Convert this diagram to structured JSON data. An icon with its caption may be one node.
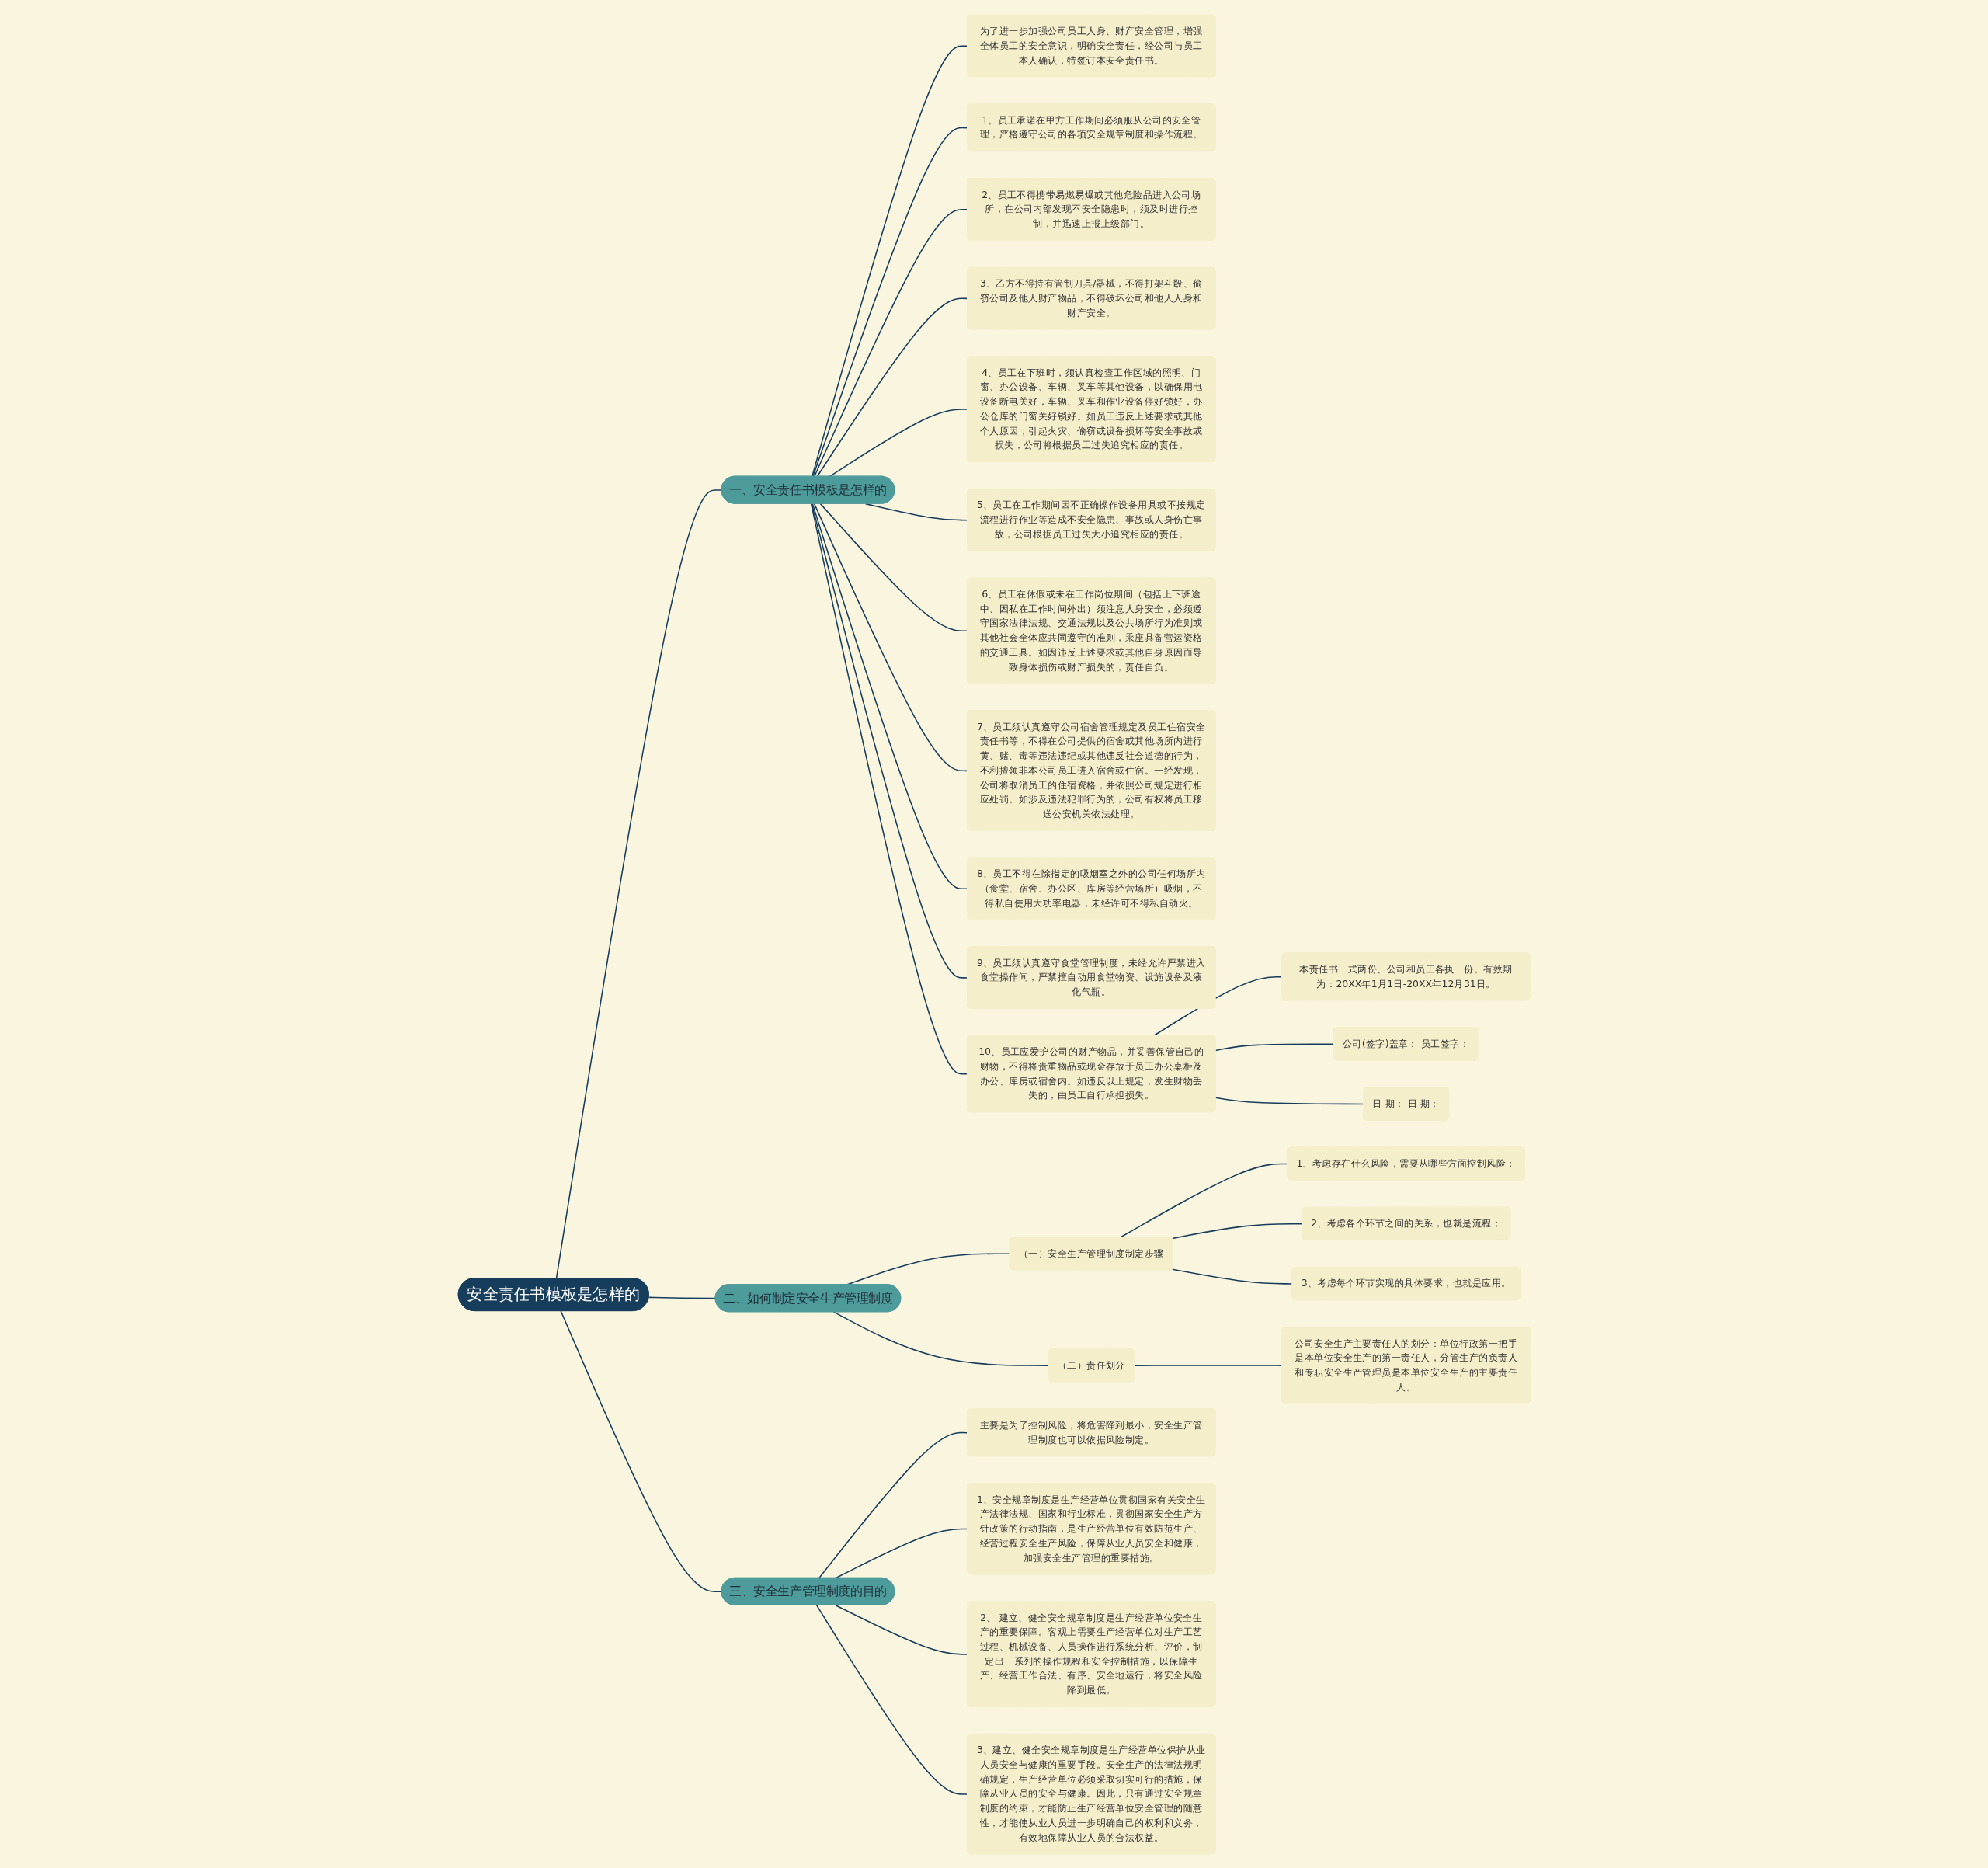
{
  "diagram": {
    "nodes": [
      {
        "text": [
          "安全责任书模板是怎样的"
        ]
      },
      {
        "text": [
          "一、安全责任书模板是怎样的"
        ]
      },
      {
        "text": [
          "为了进一步加强公司员工人身、财产安全管理，增强全体员工的安全意识，明确安全责任，经公司与员工本人确认，特签订本安全责任书。"
        ]
      },
      {
        "text": [
          "1、员工承诺在甲方工作期间必须服从公司的安全管理，严格遵守公司的各项安全规章制度和操作流程。"
        ]
      },
      {
        "text": [
          "2、员工不得携带易燃易爆或其他危险品进入公司场所，在公司内部发现不安全隐患时，须及时进行控制，并迅速上报上级部门。"
        ]
      },
      {
        "text": [
          "3、乙方不得持有管制刀具/器械，不得打架斗殴、偷窃公司及他人财产物品，不得破坏公司和他人人身和财产安全。"
        ]
      },
      {
        "text": [
          "4、员工在下班时，须认真检查工作区域的照明、门窗、办公设备、车辆、叉车等其他设备，以确保用电设备断电关好，车辆、叉车和作业设备停好锁好，办公仓库的门窗关好锁好。如员工违反上述要求或其他个人原因，引起火灾、偷窃或设备损坏等安全事故或损失，公司将根据员工过失追究相应的责任。"
        ]
      },
      {
        "text": [
          "5、员工在工作期间因不正确操作设备用具或不按规定流程进行作业等造成不安全隐患、事故或人身伤亡事故，公司根据员工过失大小追究相应的责任。"
        ]
      },
      {
        "text": [
          "6、员工在休假或未在工作岗位期间（包括上下班途中、因私在工作时间外出）须注意人身安全，必须遵守国家法律法规、交通法规以及公共场所行为准则或其他社会全体应共同遵守的准则，乘座具备营运资格的交通工具。如因违反上述要求或其他自身原因而导致身体损伤或财产损失的，责任自负。"
        ]
      },
      {
        "text": [
          "7、员工须认真遵守公司宿舍管理规定及员工住宿安全责任书等，不得在公司提供的宿舍或其他场所内进行黄、赌、毒等违法违纪或其他违反社会道德的行为，不利擅领非本公司员工进入宿舍或住宿。一经发现，公司将取消员工的住宿资格，并依照公司规定进行相应处罚。如涉及违法犯罪行为的，公司有权将员工移送公安机关依法处理。"
        ]
      },
      {
        "text": [
          "8、员工不得在除指定的吸烟室之外的公司任何场所内（食堂、宿舍、办公区、库房等经营场所）吸烟，不得私自使用大功率电器，未经许可不得私自动火。"
        ]
      },
      {
        "text": [
          "9、员工须认真遵守食堂管理制度，未经允许严禁进入食堂操作间，严禁擅自动用食堂物资、设施设备及液化气瓶。"
        ]
      },
      {
        "text": [
          "10、员工应爱护公司的财产物品，并妥善保管自己的财物，不得将贵重物品或现金存放于员工办公桌柜及办公、库房或宿舍内。如违反以上规定，发生财物丢失的，由员工自行承担损失。"
        ]
      },
      {
        "text": [
          "本责任书一式两份、公司和员工各执一份。有效期为：20XX年1月1日-20XX年12月31日。"
        ]
      },
      {
        "text": [
          "公司(签字)盖章：           员工签字："
        ]
      },
      {
        "text": [
          "日 期：                          日 期："
        ]
      },
      {
        "text": [
          "二、如何制定安全生产管理制度"
        ]
      },
      {
        "text": [
          "（一）安全生产管理制度制定步骤"
        ]
      },
      {
        "text": [
          "1、考虑存在什么风险，需要从哪些方面控制风险；"
        ]
      },
      {
        "text": [
          "2、考虑各个环节之间的关系，也就是流程；"
        ]
      },
      {
        "text": [
          "3、考虑每个环节实现的具体要求，也就是应用。"
        ]
      },
      {
        "text": [
          "（二）责任划分"
        ]
      },
      {
        "text": [
          "公司安全生产主要责任人的划分：单位行政第一把手是本单位安全生产的第一责任人，分管生产的负责人和专职安全生产管理员是本单位安全生产的主要责任人。"
        ]
      },
      {
        "text": [
          "三、安全生产管理制度的目的"
        ]
      },
      {
        "text": [
          "主要是为了控制风险，将危害降到最小，安全生产管理制度也可以依据风险制定。"
        ]
      },
      {
        "text": [
          "1、安全规章制度是生产经营单位贯彻国家有关安全生产法律法规、国家和行业标准，贯彻国家安全生产方针政策的行动指南，是生产经营单位有效防范生产、经营过程安全生产风险，保障从业人员安全和健康，加强安全生产管理的重要措施。"
        ]
      },
      {
        "text": [
          "2、 建立、健全安全规章制度是生产经营单位安全生产的重要保障。客观上需要生产经营单位对生产工艺过程、机械设备、人员操作进行系统分析、评价，制定出一系列的操作规程和安全控制措施，以保障生产、经营工作合法、有序、安全地运行，将安全风险降到最低。"
        ]
      },
      {
        "text": [
          "3、建立、健全安全规章制度是生产经营单位保护从业人员安全与健康的重要手段。安全生产的法律法规明确规定，生产经营单位必须采取切实可行的措施，保障从业人员的安全与健康。因此，只有通过安全规章制度的约束，才能防止生产经营单位安全管理的随意性，才能使从业人员进一步明确自己的权利和义务，有效地保障从业人员的合法权益。"
        ]
      }
    ],
    "edges": [
      {
        "from": 0,
        "to": 1,
        "arrow": "none"
      },
      {
        "from": 1,
        "to": 2,
        "arrow": "none"
      },
      {
        "from": 1,
        "to": 3,
        "arrow": "none"
      },
      {
        "from": 1,
        "to": 4,
        "arrow": "none"
      },
      {
        "from": 1,
        "to": 5,
        "arrow": "none"
      },
      {
        "from": 1,
        "to": 6,
        "arrow": "none"
      },
      {
        "from": 1,
        "to": 7,
        "arrow": "none"
      },
      {
        "from": 1,
        "to": 8,
        "arrow": "none"
      },
      {
        "from": 1,
        "to": 9,
        "arrow": "none"
      },
      {
        "from": 1,
        "to": 10,
        "arrow": "none"
      },
      {
        "from": 1,
        "to": 11,
        "arrow": "none"
      },
      {
        "from": 1,
        "to": 12,
        "arrow": "none"
      },
      {
        "from": 12,
        "to": 13,
        "arrow": "none"
      },
      {
        "from": 12,
        "to": 14,
        "arrow": "none"
      },
      {
        "from": 12,
        "to": 15,
        "arrow": "none"
      },
      {
        "from": 0,
        "to": 16,
        "arrow": "none"
      },
      {
        "from": 16,
        "to": 17,
        "arrow": "none"
      },
      {
        "from": 17,
        "to": 18,
        "arrow": "none"
      },
      {
        "from": 17,
        "to": 19,
        "arrow": "none"
      },
      {
        "from": 17,
        "to": 20,
        "arrow": "none"
      },
      {
        "from": 16,
        "to": 21,
        "arrow": "none"
      },
      {
        "from": 21,
        "to": 22,
        "arrow": "none"
      },
      {
        "from": 0,
        "to": 23,
        "arrow": "none"
      },
      {
        "from": 23,
        "to": 24,
        "arrow": "none"
      },
      {
        "from": 23,
        "to": 25,
        "arrow": "none"
      },
      {
        "from": 23,
        "to": 26,
        "arrow": "none"
      },
      {
        "from": 23,
        "to": 27,
        "arrow": "none"
      }
    ]
  }
}
